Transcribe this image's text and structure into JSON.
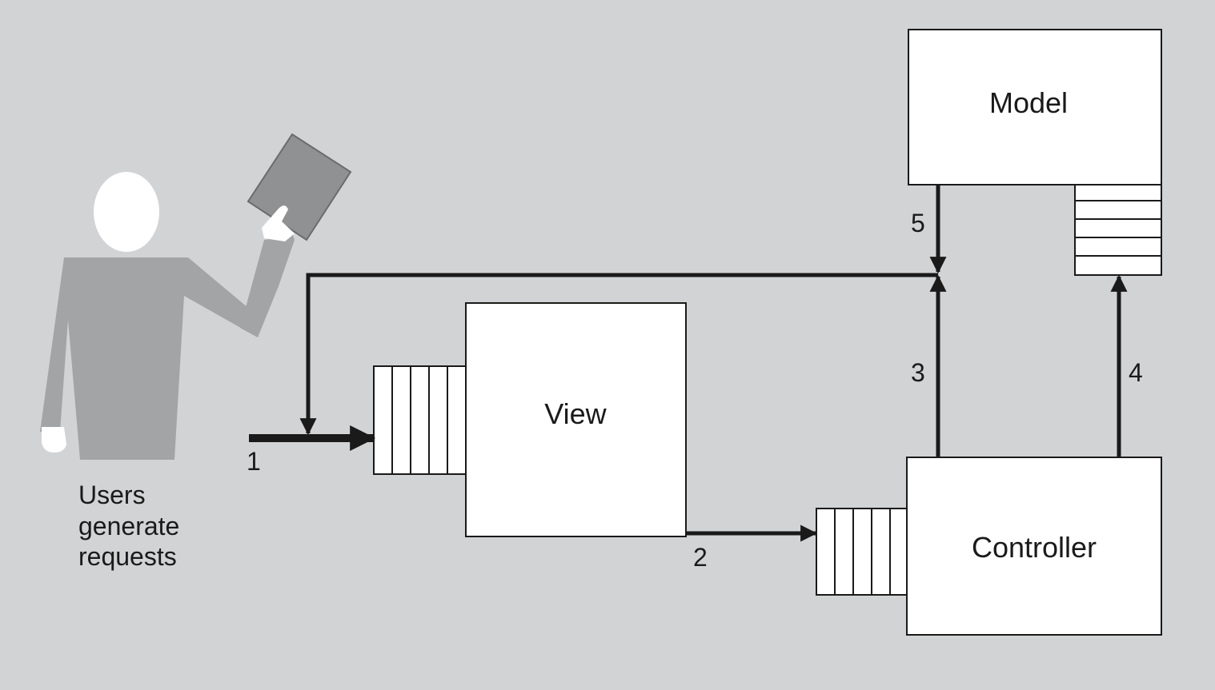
{
  "diagram": {
    "boxes": {
      "model": "Model",
      "view": "View",
      "controller": "Controller"
    },
    "user_caption": [
      "Users",
      "generate",
      "requests"
    ],
    "arrow_labels": {
      "a1": "1",
      "a2": "2",
      "a3": "3",
      "a4": "4",
      "a5": "5"
    },
    "icons": {
      "user": "person-holding-tablet-icon",
      "queue": "message-queue-icon"
    },
    "colors": {
      "background": "#d2d3d5",
      "person": "#a3a4a6",
      "tablet": "#909193",
      "box_fill": "#ffffff",
      "stroke": "#1a1a1a"
    }
  }
}
